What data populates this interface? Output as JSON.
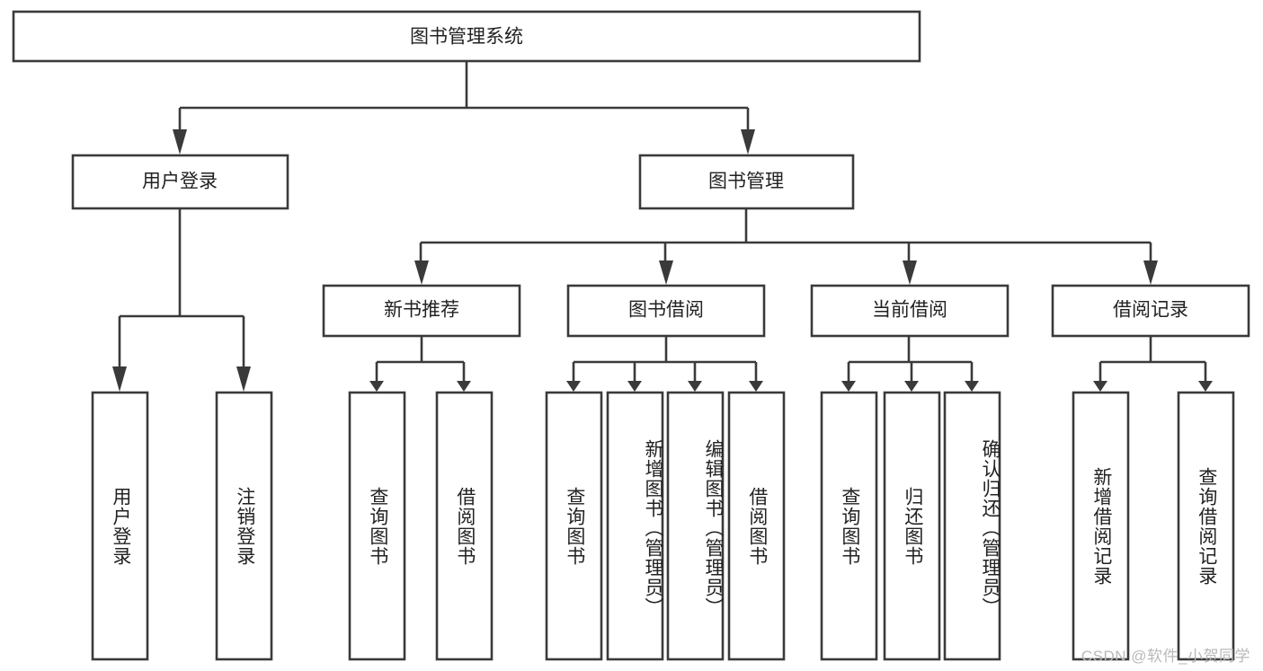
{
  "diagram": {
    "type": "tree",
    "title": "图书管理系统",
    "root": {
      "id": "root",
      "label": "图书管理系统",
      "orientation": "horizontal"
    },
    "level2": [
      {
        "id": "user-login",
        "label": "用户登录",
        "orientation": "horizontal"
      },
      {
        "id": "book-manage",
        "label": "图书管理",
        "orientation": "horizontal"
      }
    ],
    "level3": [
      {
        "id": "new-book-recommend",
        "label": "新书推荐",
        "orientation": "horizontal",
        "parent": "book-manage"
      },
      {
        "id": "book-borrow",
        "label": "图书借阅",
        "orientation": "horizontal",
        "parent": "book-manage"
      },
      {
        "id": "current-borrow",
        "label": "当前借阅",
        "orientation": "horizontal",
        "parent": "book-manage"
      },
      {
        "id": "borrow-record",
        "label": "借阅记录",
        "orientation": "horizontal",
        "parent": "book-manage"
      }
    ],
    "leaves": [
      {
        "id": "leaf-user-login",
        "label": "用户登录",
        "parent": "user-login",
        "orientation": "vertical"
      },
      {
        "id": "leaf-logout-login",
        "label": "注销登录",
        "parent": "user-login",
        "orientation": "vertical"
      },
      {
        "id": "leaf-query-book-1",
        "label": "查询图书",
        "parent": "new-book-recommend",
        "orientation": "vertical"
      },
      {
        "id": "leaf-borrow-book-1",
        "label": "借阅图书",
        "parent": "new-book-recommend",
        "orientation": "vertical"
      },
      {
        "id": "leaf-query-book-2",
        "label": "查询图书",
        "parent": "book-borrow",
        "orientation": "vertical"
      },
      {
        "id": "leaf-add-book",
        "label": "新增图书（管理员）",
        "parent": "book-borrow",
        "orientation": "vertical"
      },
      {
        "id": "leaf-edit-book",
        "label": "编辑图书（管理员）",
        "parent": "book-borrow",
        "orientation": "vertical"
      },
      {
        "id": "leaf-borrow-book-2",
        "label": "借阅图书",
        "parent": "book-borrow",
        "orientation": "vertical"
      },
      {
        "id": "leaf-query-book-3",
        "label": "查询图书",
        "parent": "current-borrow",
        "orientation": "vertical"
      },
      {
        "id": "leaf-return-book",
        "label": "归还图书",
        "parent": "current-borrow",
        "orientation": "vertical"
      },
      {
        "id": "leaf-confirm-return",
        "label": "确认归还（管理员）",
        "parent": "current-borrow",
        "orientation": "vertical"
      },
      {
        "id": "leaf-add-record",
        "label": "新增借阅记录",
        "parent": "borrow-record",
        "orientation": "vertical"
      },
      {
        "id": "leaf-query-record",
        "label": "查询借阅记录",
        "parent": "borrow-record",
        "orientation": "vertical"
      }
    ],
    "colors": {
      "stroke": "#3a3a3a",
      "fill": "#ffffff",
      "text": "#222222",
      "watermark": "#b9b9b9",
      "background": "#ffffff"
    }
  },
  "watermark": {
    "text": "CSDN @软件_小贺同学"
  }
}
